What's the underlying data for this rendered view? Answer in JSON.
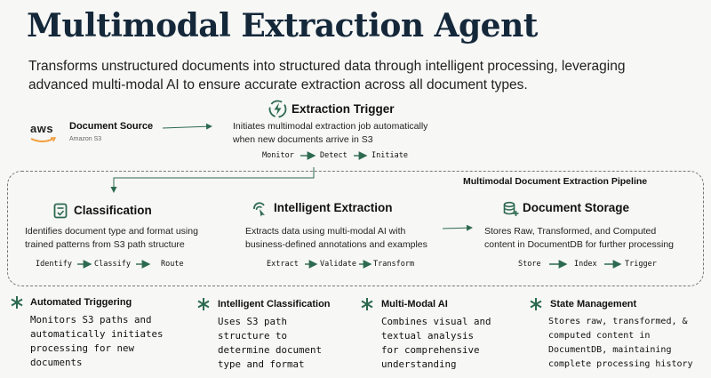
{
  "title": "Multimodal Extraction Agent",
  "subtitle": "Transforms unstructured documents into structured data through intelligent processing, leveraging advanced multi-modal AI to ensure accurate extraction across all document types.",
  "source": {
    "logo_text": "aws",
    "title": "Document Source",
    "subtitle": "Amazon S3"
  },
  "trigger": {
    "icon": "lightning-icon",
    "title": "Extraction Trigger",
    "desc_line1": "Initiates multimodal extraction job automatically",
    "desc_line2": "when new documents arrive in S3",
    "steps": [
      "Monitor",
      "Detect",
      "Initiate"
    ]
  },
  "pipeline": {
    "label": "Multimodal Document Extraction Pipeline",
    "classification": {
      "icon": "document-check-icon",
      "title": "Classification",
      "desc_line1": "Identifies document type and format using",
      "desc_line2": "trained patterns from S3 path structure",
      "steps": [
        "Identify",
        "Classify",
        "Route"
      ]
    },
    "extraction": {
      "icon": "cursor-click-icon",
      "title": "Intelligent Extraction",
      "desc_line1": "Extracts data using multi-modal AI with",
      "desc_line2": "business-defined annotations and examples",
      "steps": [
        "Extract",
        "Validate",
        "Transform"
      ]
    },
    "storage": {
      "icon": "database-add-icon",
      "title": "Document Storage",
      "desc_line1": "Stores Raw, Transformed, and Computed",
      "desc_line2": "content in DocumentDB for further processing",
      "steps": [
        "Store",
        "Index",
        "Trigger"
      ]
    }
  },
  "benefits": [
    {
      "icon": "asterisk-icon",
      "title": "Automated Triggering",
      "lines": [
        "Monitors S3 paths and",
        "automatically initiates",
        "processing for new",
        "documents"
      ]
    },
    {
      "icon": "asterisk-icon",
      "title": "Intelligent Classification",
      "lines": [
        "Uses S3 path",
        "structure to",
        "determine document",
        "type and format"
      ]
    },
    {
      "icon": "asterisk-icon",
      "title": "Multi-Modal AI",
      "lines": [
        "Combines visual and",
        "textual analysis",
        "for comprehensive",
        "understanding"
      ]
    },
    {
      "icon": "asterisk-icon",
      "title": "State Management",
      "lines": [
        "Stores raw, transformed, &",
        "computed content in",
        "DocumentDB, maintaining",
        "complete processing history"
      ]
    }
  ],
  "colors": {
    "accent": "#2d6a4f",
    "title": "#14283a"
  }
}
